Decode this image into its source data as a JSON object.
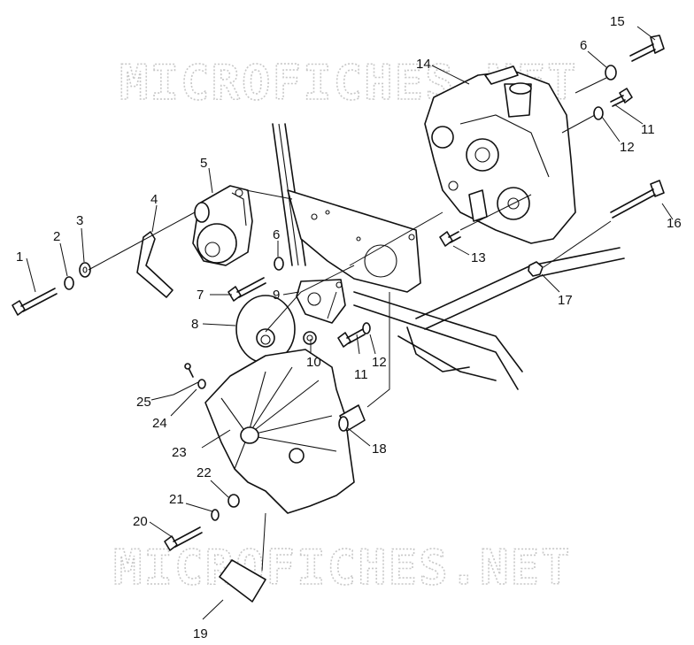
{
  "watermark": {
    "top_text": "MICROFICHES.NET",
    "bottom_text": "MICROFICHES.NET"
  },
  "callouts": {
    "c1": "1",
    "c2": "2",
    "c3": "3",
    "c4": "4",
    "c5": "5",
    "c6a": "6",
    "c6b": "6",
    "c7": "7",
    "c8": "8",
    "c9": "9",
    "c10": "10",
    "c11a": "11",
    "c11b": "11",
    "c12a": "12",
    "c12b": "12",
    "c13": "13",
    "c14": "14",
    "c15": "15",
    "c16": "16",
    "c17": "17",
    "c18": "18",
    "c19": "19",
    "c20": "20",
    "c21": "21",
    "c22": "22",
    "c23": "23",
    "c24": "24",
    "c25": "25"
  }
}
